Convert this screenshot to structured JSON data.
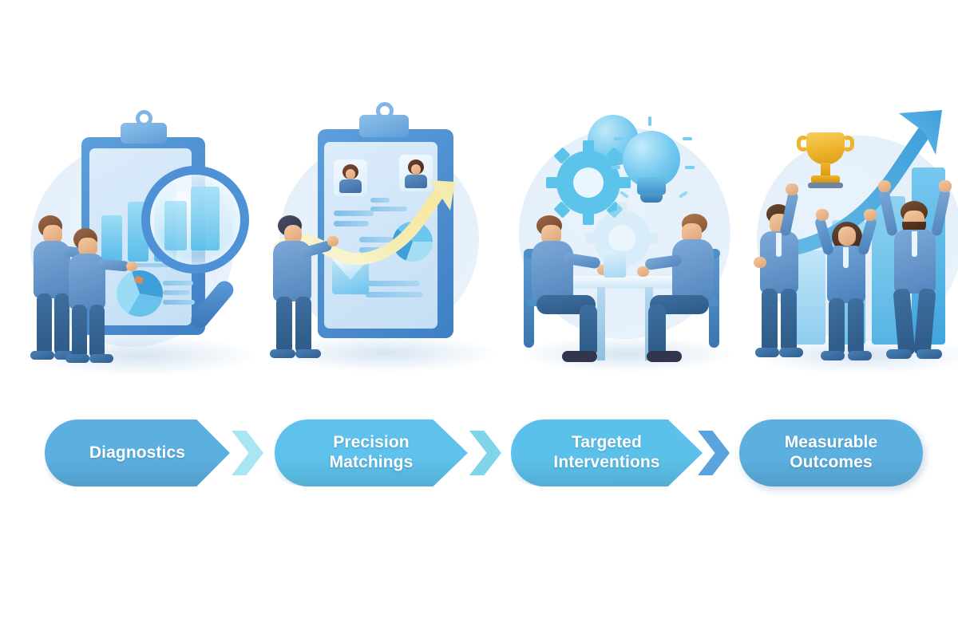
{
  "page": {
    "title": "Diagnostics to Measurable Outcomes Process Flow",
    "background_color": "#ffffff"
  },
  "illustrations": [
    {
      "id": "diagnostics-illustration",
      "name": "data-analysis-clipboard-magnifier",
      "description": "Two businessmen viewing a clipboard report with bar chart and pie chart, inspected by a large magnifying glass",
      "elements": [
        "clipboard",
        "bar-chart",
        "pie-chart",
        "magnifying-glass",
        "person-left",
        "person-right"
      ],
      "accent_color": "#4f91d6"
    },
    {
      "id": "precision-matchings-illustration",
      "name": "candidate-profile-clipboard",
      "description": "A man reviewing a clipboard with two candidate profile cards, text lines, pie chart and envelope, with a yellow rising arrow",
      "elements": [
        "clipboard",
        "profile-card-1",
        "profile-card-2",
        "pie-chart",
        "envelope",
        "rising-arrow",
        "person"
      ],
      "accent_color": "#5d9fdc",
      "arrow_color": "#f2e9a8"
    },
    {
      "id": "targeted-interventions-illustration",
      "name": "meeting-table-ideas",
      "description": "Two men seated at a table in discussion with gears and a lightbulb floating above",
      "elements": [
        "gear-large",
        "gear-small",
        "lightbulb",
        "table",
        "chair-left",
        "chair-right",
        "person-left",
        "person-right"
      ],
      "accent_color": "#5cc3ea"
    },
    {
      "id": "measurable-outcomes-illustration",
      "name": "celebrating-team-growth",
      "description": "Three business people celebrating with raised arms, a gold trophy, a rising arrow and a bar chart behind",
      "elements": [
        "trophy",
        "growth-arrow",
        "bar-chart",
        "person-left",
        "person-center",
        "person-right"
      ],
      "accent_color": "#4fa3e0",
      "trophy_color": "#efb62a"
    }
  ],
  "process_flow": {
    "steps": [
      {
        "label_lines": [
          "Diagnostics"
        ],
        "color": "#5cb0e0"
      },
      {
        "label_lines": [
          "Precision",
          "Matchings"
        ],
        "color": "#5ec2ec"
      },
      {
        "label_lines": [
          "Targeted",
          "Interventions"
        ],
        "color": "#5cc1ea"
      },
      {
        "label_lines": [
          "Measurable",
          "Outcomes"
        ],
        "color": "#5cb0e0"
      }
    ],
    "connectors": [
      {
        "name": "chevron-arrow-1",
        "color": "#a9e5f3"
      },
      {
        "name": "chevron-arrow-2",
        "color": "#7fd4ea"
      },
      {
        "name": "chevron-arrow-3",
        "color": "#5ba3dc"
      }
    ]
  }
}
